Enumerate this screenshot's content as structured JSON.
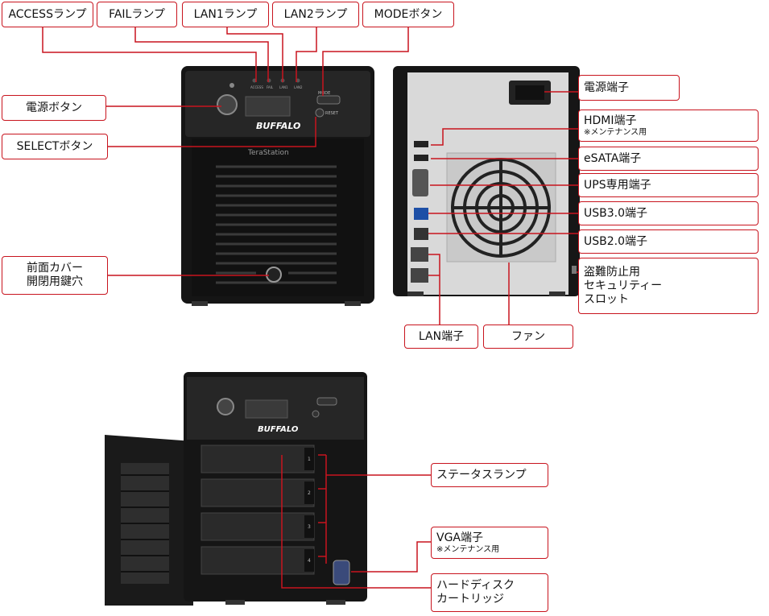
{
  "labels": {
    "access_lamp": "ACCESSランプ",
    "fail_lamp": "FAILランプ",
    "lan1_lamp": "LAN1ランプ",
    "lan2_lamp": "LAN2ランプ",
    "mode_button": "MODEボタン",
    "power_button": "電源ボタン",
    "select_button": "SELECTボタン",
    "front_cover_keyhole": [
      "前面カバー",
      "開閉用鍵穴"
    ],
    "power_terminal": "電源端子",
    "hdmi_terminal": "HDMI端子",
    "hdmi_note": "※メンテナンス用",
    "esata_terminal": "eSATA端子",
    "ups_terminal": "UPS専用端子",
    "usb30_terminal": "USB3.0端子",
    "usb20_terminal": "USB2.0端子",
    "security_slot": [
      "盗難防止用",
      "セキュリティー",
      "スロット"
    ],
    "lan_terminal": "LAN端子",
    "fan": "ファン",
    "status_lamp": "ステータスランプ",
    "vga_terminal": "VGA端子",
    "vga_note": "※メンテナンス用",
    "hdd_cartridge": [
      "ハードディスク",
      "カートリッジ"
    ]
  },
  "device": {
    "brand": "BUFFALO",
    "model": "TeraStation",
    "panel_labels": [
      "ACCESS",
      "FAIL",
      "LAN1",
      "LAN2"
    ],
    "mode_label": "MODE",
    "reset_label": "RESET",
    "bay_numbers": [
      "1",
      "2",
      "3",
      "4"
    ]
  },
  "colors": {
    "callout": "#c8141e",
    "chassis": "#1a1a1a",
    "rear_panel": "#d9d9d9"
  }
}
